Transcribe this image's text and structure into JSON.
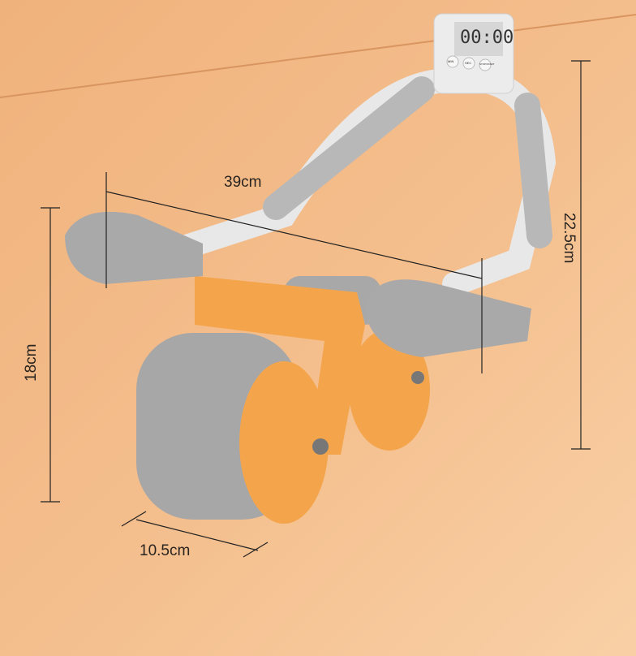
{
  "product": {
    "timer": {
      "display": "00:00",
      "buttons": [
        "MIN",
        "SEC",
        "STOP/START"
      ]
    },
    "colors": {
      "background": "#f2b780",
      "body": "#f4a54c",
      "grip": "#b9b9b9",
      "frame": "#e6e6e6"
    }
  },
  "dimensions": {
    "width": "39cm",
    "height_frame": "22.5cm",
    "height_wheel": "18cm",
    "wheel_width": "10.5cm"
  }
}
